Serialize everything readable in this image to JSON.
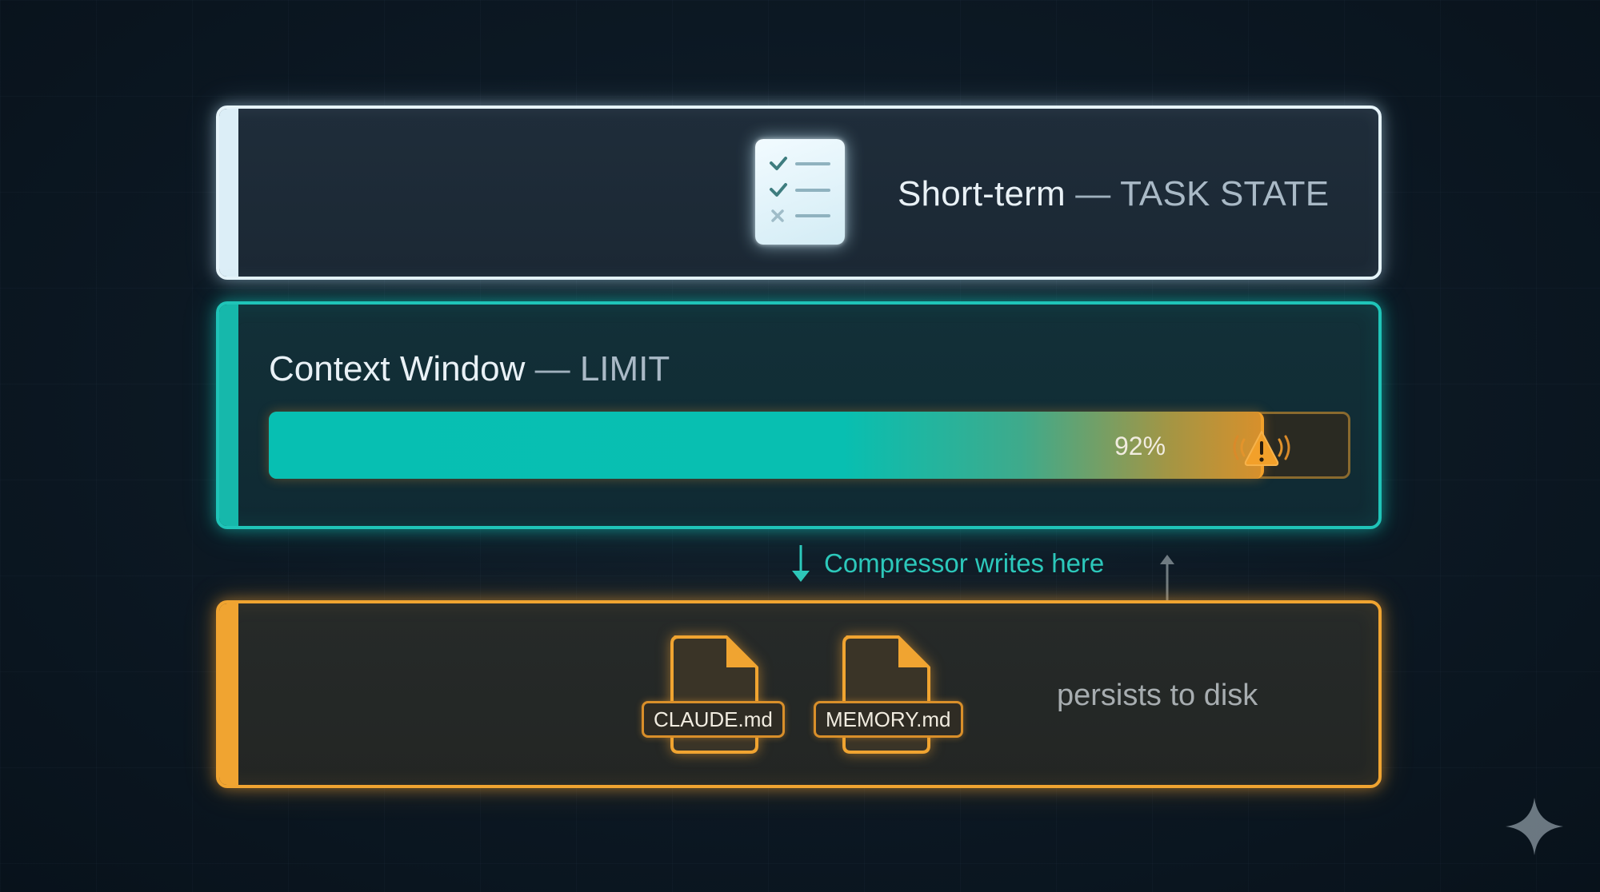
{
  "short_term": {
    "title": "Short-term",
    "separator": "—",
    "tag": "TASK STATE",
    "icon": "checklist-icon"
  },
  "context_window": {
    "title": "Context Window",
    "separator": "—",
    "tag": "LIMIT",
    "usage_label": "92%",
    "usage_fraction": 0.92,
    "warning_icon": "warning-triangle-icon"
  },
  "compressor": {
    "label": "Compressor writes here"
  },
  "disk": {
    "files": [
      {
        "name": "CLAUDE.md",
        "icon": "document-icon"
      },
      {
        "name": "MEMORY.md",
        "icon": "document-icon"
      }
    ],
    "persist_label": "persists to disk"
  },
  "colors": {
    "short_term_accent": "#e6f4fa",
    "context_accent": "#1fc4b8",
    "disk_accent": "#f0a431",
    "warning": "#f2a02a"
  }
}
